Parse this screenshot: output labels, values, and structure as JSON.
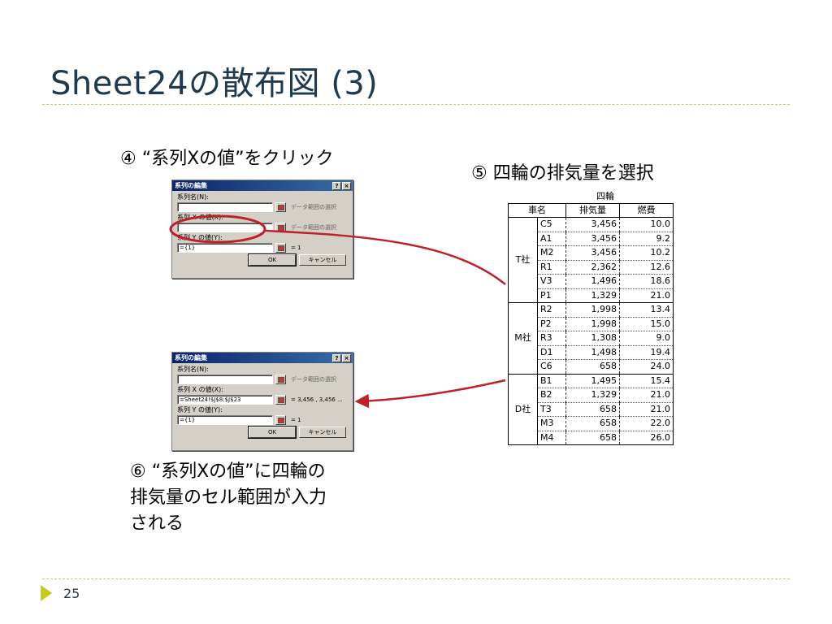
{
  "slide": {
    "title": "Sheet24の散布図 (3)",
    "page_number": "25",
    "accent_color": "#c8c820",
    "title_color": "#1f3a4d"
  },
  "captions": {
    "step4": "④ “系列Xの値”をクリック",
    "step5": "⑤ 四輪の排気量を選択",
    "step6_line1": "⑥ “系列Xの値”に四輪の",
    "step6_line2": "排気量のセル範囲が入力",
    "step6_line3": "される"
  },
  "dialog1": {
    "title": "系列の編集",
    "help": "?",
    "close": "×",
    "series_name_label": "系列名(N):",
    "series_name_value": "",
    "series_name_hint": "データ範囲の選択",
    "x_label": "系列 X の値(X):",
    "x_value": "",
    "x_hint": "データ範囲の選択",
    "y_label": "系列 Y の値(Y):",
    "y_value": "={1}",
    "y_hint": "= 1",
    "ok": "OK",
    "cancel": "キャンセル"
  },
  "dialog2": {
    "title": "系列の編集",
    "help": "?",
    "close": "×",
    "series_name_label": "系列名(N):",
    "series_name_value": "",
    "series_name_hint": "データ範囲の選択",
    "x_label": "系列 X の値(X):",
    "x_value": "=Sheet24!$J$8:$J$23",
    "x_hint": "= 3,456 , 3,456 ...",
    "y_label": "系列 Y の値(Y):",
    "y_value": "={1}",
    "y_hint": "= 1",
    "ok": "OK",
    "cancel": "キャンセル"
  },
  "table": {
    "group_header": "四輪",
    "col_maker": "車名",
    "col_displacement": "排気量",
    "col_fuel": "燃費",
    "groups": [
      {
        "maker": "T社",
        "rows": [
          {
            "name": "C5",
            "disp": "3,456",
            "fuel": "10.0"
          },
          {
            "name": "A1",
            "disp": "3,456",
            "fuel": "9.2"
          },
          {
            "name": "M2",
            "disp": "3,456",
            "fuel": "10.2"
          },
          {
            "name": "R1",
            "disp": "2,362",
            "fuel": "12.6"
          },
          {
            "name": "V3",
            "disp": "1,496",
            "fuel": "18.6"
          },
          {
            "name": "P1",
            "disp": "1,329",
            "fuel": "21.0"
          }
        ]
      },
      {
        "maker": "M社",
        "rows": [
          {
            "name": "R2",
            "disp": "1,998",
            "fuel": "13.4"
          },
          {
            "name": "P2",
            "disp": "1,998",
            "fuel": "15.0"
          },
          {
            "name": "R3",
            "disp": "1,308",
            "fuel": "9.0"
          },
          {
            "name": "D1",
            "disp": "1,498",
            "fuel": "19.4"
          },
          {
            "name": "C6",
            "disp": "658",
            "fuel": "24.0"
          }
        ]
      },
      {
        "maker": "D社",
        "rows": [
          {
            "name": "B1",
            "disp": "1,495",
            "fuel": "15.4"
          },
          {
            "name": "B2",
            "disp": "1,329",
            "fuel": "21.0"
          },
          {
            "name": "T3",
            "disp": "658",
            "fuel": "21.0"
          },
          {
            "name": "M3",
            "disp": "658",
            "fuel": "22.0"
          },
          {
            "name": "M4",
            "disp": "658",
            "fuel": "26.0"
          }
        ]
      }
    ]
  },
  "annotation_color": "#c0202a"
}
